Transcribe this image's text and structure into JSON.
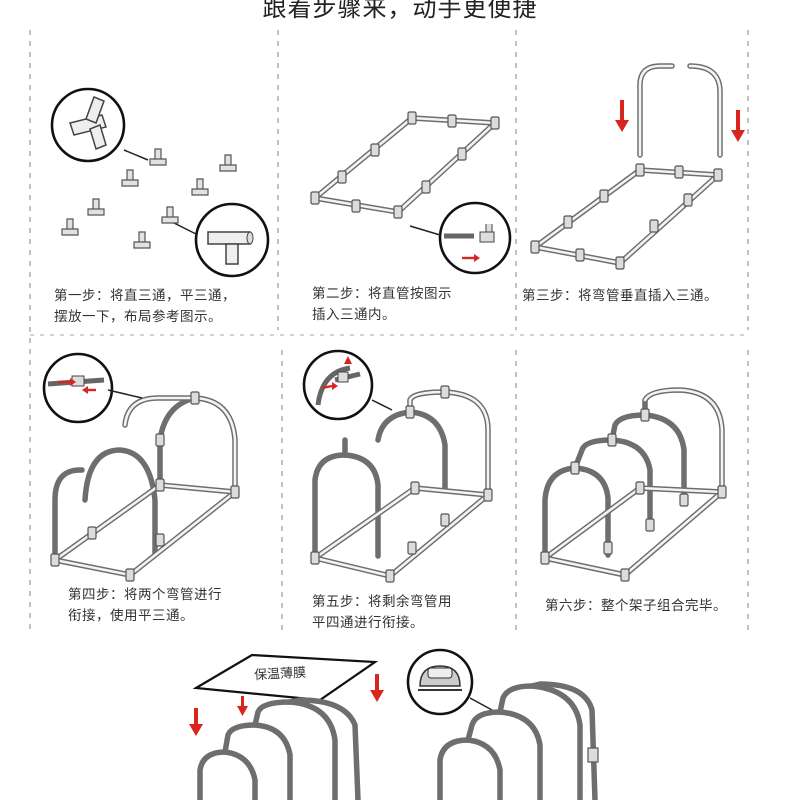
{
  "page": {
    "title": "跟着步骤来，动手更便捷"
  },
  "steps": [
    {
      "caption": "第一步：将直三通，平三通，\n摆放一下，布局参考图示。"
    },
    {
      "caption": "第二步：将直管按图示\n插入三通内。"
    },
    {
      "caption": "第三步：将弯管垂直插入三通。"
    },
    {
      "caption": "第四步：将两个弯管进行\n衔接，使用平三通。"
    },
    {
      "caption": "第五步：将剩余弯管用\n平四通进行衔接。"
    },
    {
      "caption": "第六步：整个架子组合完毕。"
    }
  ],
  "film": {
    "label": "保温薄膜"
  },
  "colors": {
    "arrow": "#d8261f",
    "pipe": "#6e6e6e",
    "line": "#111111"
  }
}
